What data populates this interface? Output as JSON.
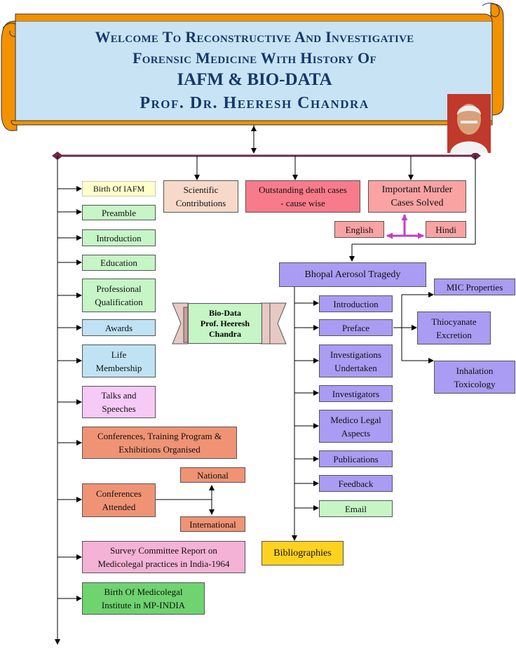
{
  "banner": {
    "line1": "Welcome To Reconstructive And Investigative",
    "line2": "Forensic Medicine With History Of",
    "line3": "IAFM & BIO-DATA",
    "line4": "Prof. Dr. Heeresh Chandra"
  },
  "left_items": {
    "birth_iafm": "Birth Of IAFM",
    "preamble": "Preamble",
    "introduction": "Introduction",
    "education": "Education",
    "professional_qualification": "Professional\nQualification",
    "awards": "Awards",
    "life_membership": "Life\nMembership",
    "talks_speeches": "Talks and\nSpeeches",
    "conferences_training": "Conferences, Training Program &\nExhibitions Organised",
    "conferences_attended": "Conferences\nAttended",
    "national": "National",
    "international": "International",
    "survey_report": "Survey Committee Report on\nMedicolegal practices in India-1964",
    "birth_medicolegal": "Birth Of Medicolegal\nInstitute in MP-INDIA"
  },
  "top_items": {
    "scientific_contributions": "Scientific\nContributions",
    "outstanding_death_cases": "Outstanding death cases\n- cause wise",
    "important_murder_cases": "Important Murder\nCases Solved",
    "english": "English",
    "hindi": "Hindi"
  },
  "biodata": "Bio-Data\nProf. Heeresh\nChandra",
  "bhopal": {
    "title": "Bhopal Aerosol Tragedy",
    "introduction": "Introduction",
    "preface": "Preface",
    "investigations_undertaken": "Investigations\nUndertaken",
    "investigators": "Investigators",
    "medico_legal_aspects": "Medico Legal\nAspects",
    "publications": "Publications",
    "feedback": "Feedback",
    "email": "Email",
    "mic_properties": "MIC Properties",
    "thiocyanate_excretion": "Thiocyanate\nExcretion",
    "inhalation_toxicology": "Inhalation\nToxicology",
    "bibliographies": "Bibliographies"
  }
}
